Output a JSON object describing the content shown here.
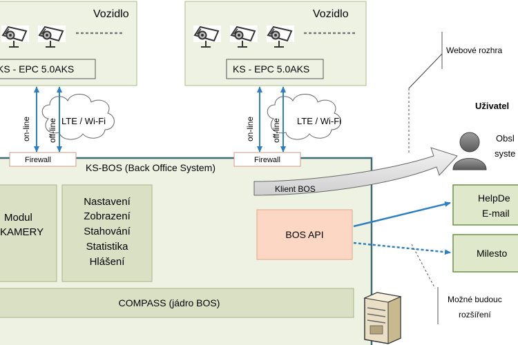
{
  "vehicles": [
    {
      "title": "Vozidlo",
      "unit_label": "KS -  EPC 5.0AKS"
    },
    {
      "title": "Vozidlo",
      "unit_label": "KS -  EPC 5.0AKS"
    }
  ],
  "links": {
    "online": "on-line",
    "offline": "off-line",
    "wireless": "LTE / Wi-Fi",
    "firewall": "Firewall"
  },
  "bos": {
    "title": "KS-BOS (Back Office System)",
    "module_lines": [
      "Modul",
      "KAMERY"
    ],
    "menu_lines": [
      "Nastavení",
      "Zobrazení",
      "Stahování",
      "Statistika",
      "Hlášení"
    ],
    "api_label": "BOS API",
    "client_label": "Klient BOS",
    "core_label": "COMPASS (jádro BOS)"
  },
  "right": {
    "web_label": "Webové rozhra",
    "users_title": "Uživatel",
    "users_lines": [
      "Obsl",
      "syste"
    ],
    "helpdesk_lines": [
      "HelpDe",
      "E-mail"
    ],
    "milestone_label": "Milesto",
    "future_lines": [
      "Možné budouc",
      "rozšíření"
    ]
  },
  "colors": {
    "vehicle_bg": "#eef2e3",
    "vehicle_border": "#a9bf86",
    "bos_bg": "#eef2e3",
    "bos_border": "#3d6b72",
    "module_bg": "#d9e0c4",
    "api_bg": "#fbd7c4",
    "api_border": "#e2a48a",
    "green_box": "#dfe8cb",
    "green_border": "#6c9146",
    "arrow_blue": "#2e7fc1",
    "arrow_gray": "#e2e2e2"
  },
  "icons": [
    "camera-icon",
    "cloud-icon",
    "server-icon",
    "user-icon"
  ]
}
